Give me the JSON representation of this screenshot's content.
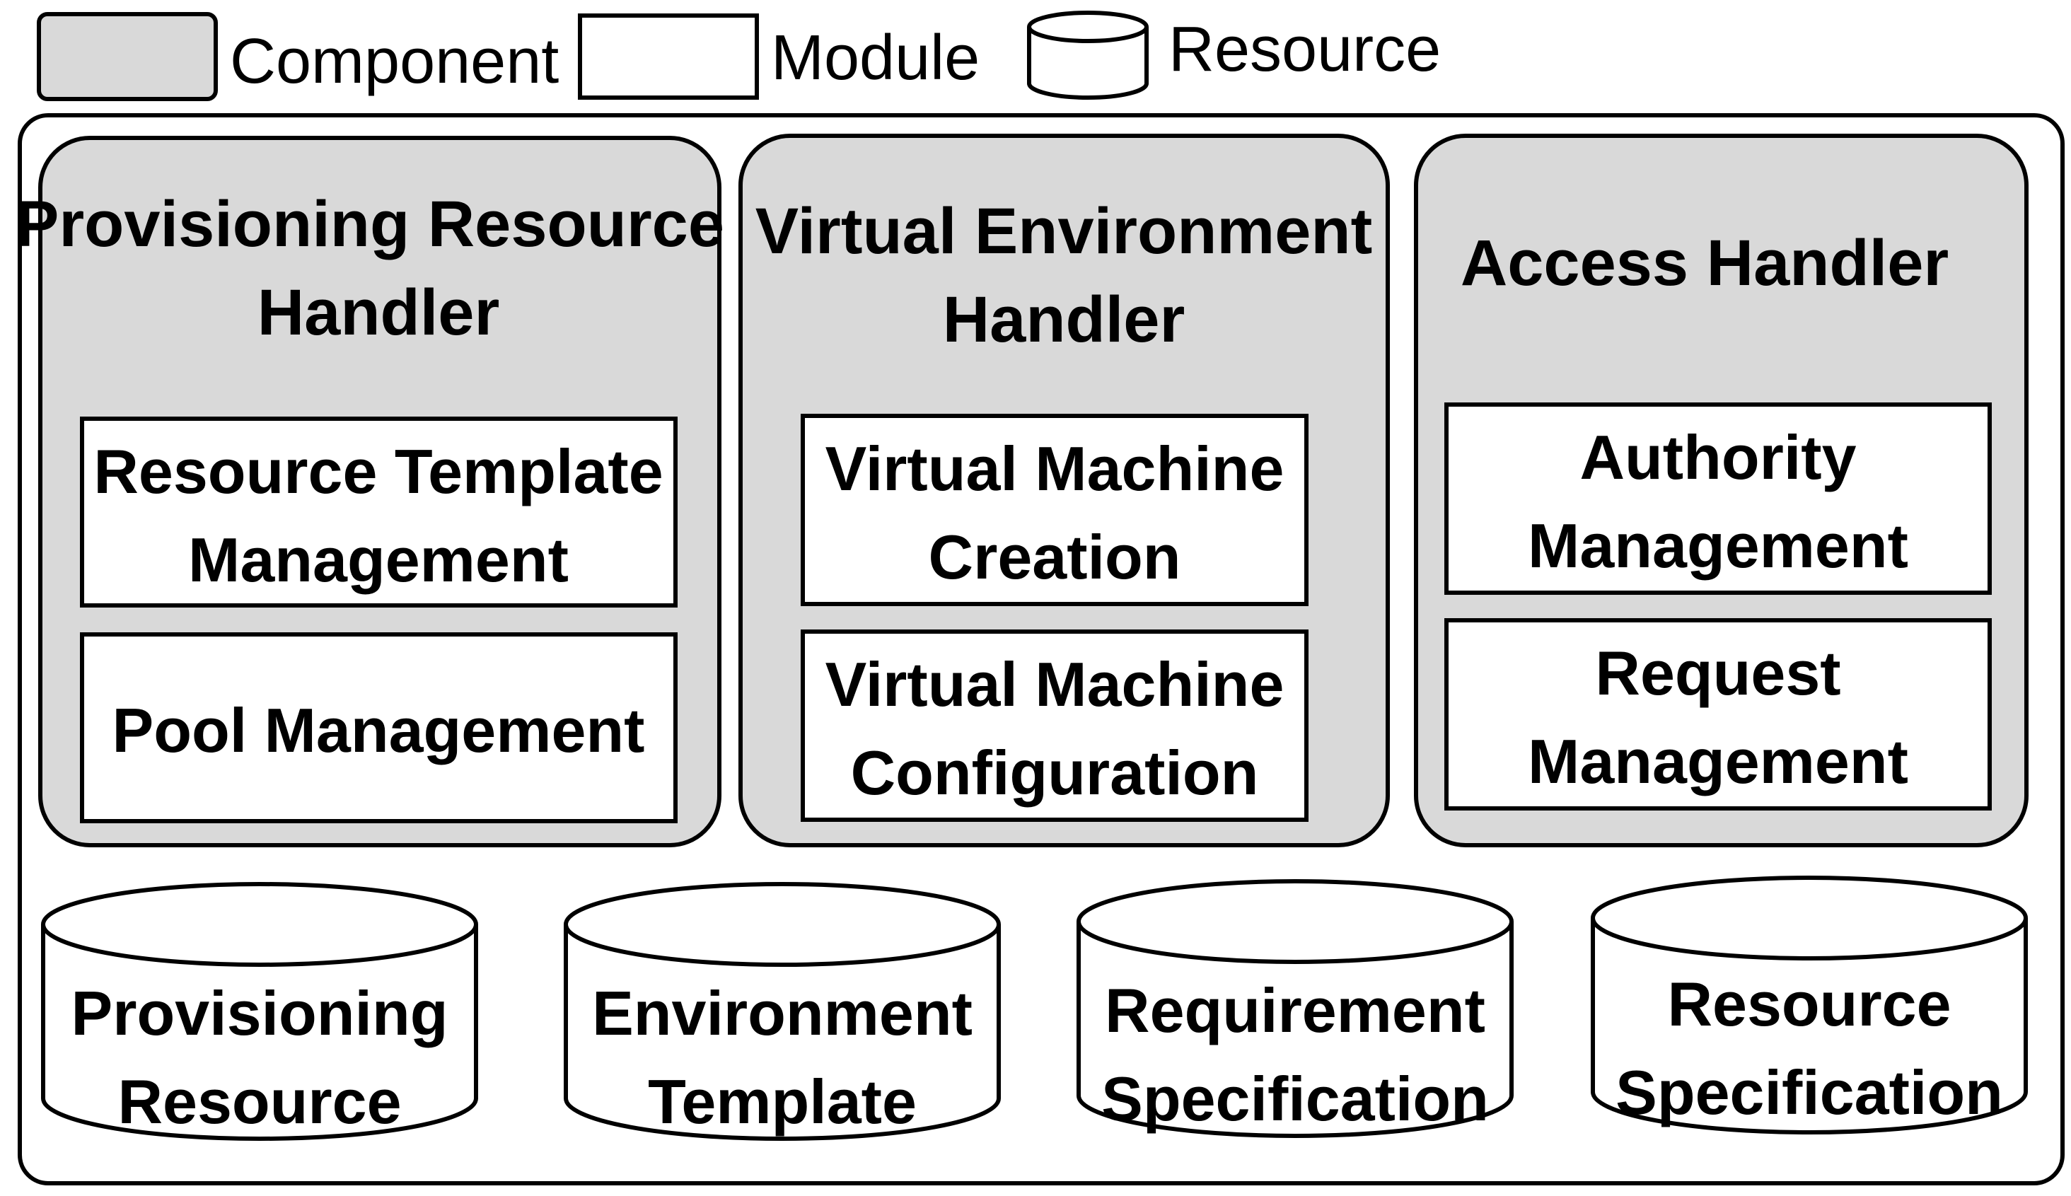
{
  "colors": {
    "component_fill": "#d9d9d9",
    "module_fill": "#ffffff",
    "resource_fill": "#ffffff",
    "stroke": "#000000",
    "background": "#ffffff"
  },
  "legend": {
    "component_label": "Component",
    "module_label": "Module",
    "resource_label": "Resource"
  },
  "components": [
    {
      "title_line1": "Provisioning Resource",
      "title_line2": "Handler",
      "modules": [
        {
          "line1": "Resource Template",
          "line2": "Management"
        },
        {
          "line1": "Pool Management",
          "line2": ""
        }
      ]
    },
    {
      "title_line1": "Virtual Environment",
      "title_line2": "Handler",
      "modules": [
        {
          "line1": "Virtual Machine",
          "line2": "Creation"
        },
        {
          "line1": "Virtual Machine",
          "line2": "Configuration"
        }
      ]
    },
    {
      "title_line1": "Access Handler",
      "title_line2": "",
      "modules": [
        {
          "line1": "Authority",
          "line2": "Management"
        },
        {
          "line1": "Request",
          "line2": "Management"
        }
      ]
    }
  ],
  "resources": [
    {
      "line1": "Provisioning",
      "line2": "Resource"
    },
    {
      "line1": "Environment",
      "line2": "Template"
    },
    {
      "line1": "Requirement",
      "line2": "Specification"
    },
    {
      "line1": "Resource",
      "line2": "Specification"
    }
  ]
}
